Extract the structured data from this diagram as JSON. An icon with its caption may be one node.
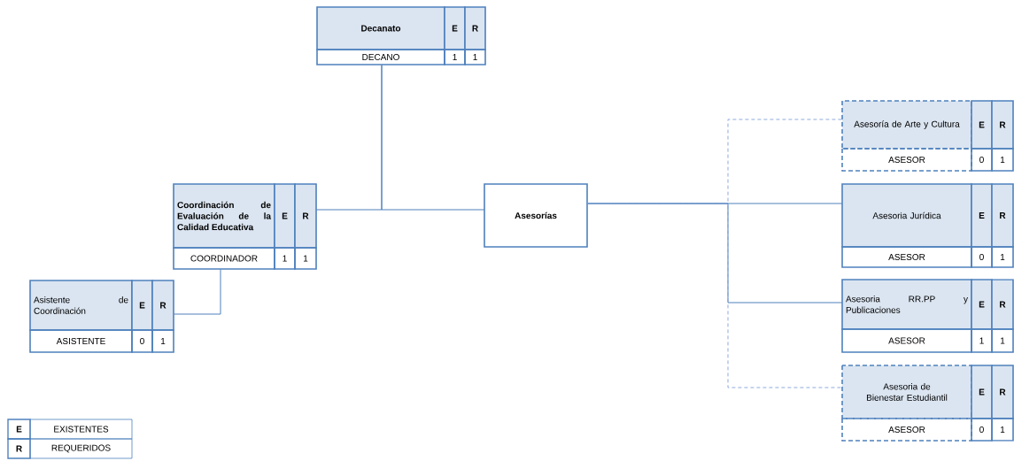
{
  "diagram": {
    "nodes": [
      {
        "text": [
          "Decanato",
          "E",
          "R",
          "DECANO",
          "1",
          "1"
        ]
      },
      {
        "text": [
          "Coordinación de Evaluación de la Calidad Educativa",
          "E",
          "R",
          "COORDINADOR",
          "1",
          "1"
        ]
      },
      {
        "text": [
          "Asistente de Coordinación",
          "E",
          "R",
          "ASISTENTE",
          "0",
          "1"
        ]
      },
      {
        "text": [
          "Asesorías"
        ]
      },
      {
        "text": [
          "Asesoría de Arte y Cultura",
          "E",
          "R",
          "ASESOR",
          "0",
          "1"
        ]
      },
      {
        "text": [
          "Asesoria Jurídica",
          "E",
          "R",
          "ASESOR",
          "0",
          "1"
        ]
      },
      {
        "text": [
          "Asesoria RR.PP y Publicaciones",
          "E",
          "R",
          "ASESOR",
          "1",
          "1"
        ]
      },
      {
        "text": [
          "Asesoria de Bienestar Estudiantil",
          "E",
          "R",
          "ASESOR",
          "0",
          "1"
        ]
      }
    ],
    "edges": [
      {
        "from": 0,
        "to": 1,
        "arrow": "none"
      },
      {
        "from": 0,
        "to": 3,
        "arrow": "none"
      },
      {
        "from": 1,
        "to": 2,
        "arrow": "none"
      },
      {
        "from": 3,
        "to": 4,
        "arrow": "none",
        "style": "dashed",
        "color": "#8eaadb"
      },
      {
        "from": 3,
        "to": 5,
        "arrow": "none"
      },
      {
        "from": 3,
        "to": 6,
        "arrow": "none"
      },
      {
        "from": 3,
        "to": 7,
        "arrow": "none",
        "style": "dashed",
        "color": "#8eaadb"
      }
    ],
    "labels": [
      "E",
      "EXISTENTES",
      "R",
      "REQUERIDOS"
    ]
  }
}
